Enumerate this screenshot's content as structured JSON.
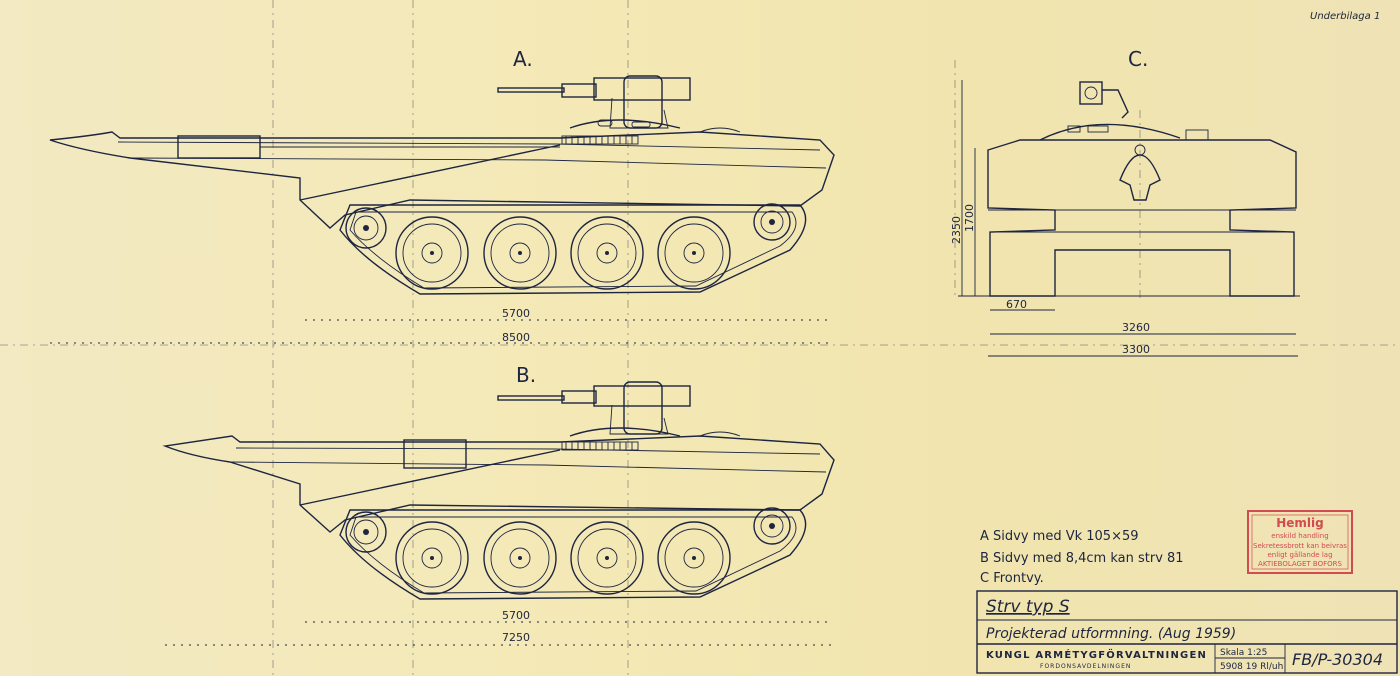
{
  "corner_note": "Underbilaga 1",
  "views": {
    "a": {
      "label": "A.",
      "dim_inner": "5700",
      "dim_outer": "8500"
    },
    "b": {
      "label": "B.",
      "dim_inner": "5700",
      "dim_outer": "7250"
    },
    "c": {
      "label": "C.",
      "dim_height_total": "2350",
      "dim_height_hull": "1700",
      "dim_track": "670",
      "dim_width_hull": "3260",
      "dim_width_total": "3300"
    }
  },
  "legend": [
    "A  Sidvy med Vk 105×59",
    "B  Sidvy med 8,4cm kan strv 81",
    "C  Frontvy."
  ],
  "stamp": {
    "title": "Hemlig",
    "line1": "enskild handling",
    "line2": "Sekretessbrott kan beivras",
    "line3": "enligt gällande lag",
    "line4": "AKTIEBOLAGET BOFORS",
    "color": "#d24b52"
  },
  "title_block": {
    "title": "Strv typ S",
    "subtitle": "Projekterad utformning. (Aug 1959)",
    "org": "KUNGL ARMÉTYGFÖRVALTNINGEN",
    "dept": "FORDONSAVDELNINGEN",
    "scale": "Skala 1:25",
    "date": "5908 19 Rl/uh",
    "drawing_number": "FB/P-30304"
  },
  "colors": {
    "paper": "#f1e6b8",
    "ink": "#1d2540"
  }
}
